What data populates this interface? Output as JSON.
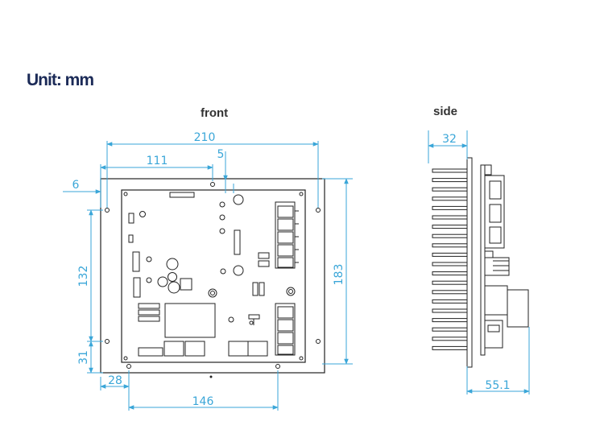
{
  "title": "Unit: mm",
  "views": {
    "front": "front",
    "side": "side"
  },
  "dimensions": {
    "overall_width": "210",
    "hole_to_hole_width": "111",
    "small_offset": "5",
    "left_offset": "6",
    "vertical_hole_spacing": "132",
    "overall_height": "183",
    "bottom_offset": "31",
    "corner_offset": "28",
    "bottom_hole_spacing": "146",
    "side_top_width": "32",
    "side_bottom_width": "55.1"
  },
  "colors": {
    "dimension": "#3aa6d8",
    "outline": "#222222",
    "title": "#1b2a57"
  }
}
